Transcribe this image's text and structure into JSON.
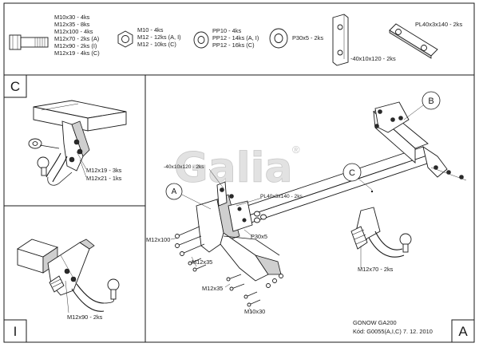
{
  "hardware": {
    "bolts": [
      "M10x30 - 4ks",
      "M12x35 - 8ks",
      "M12x100 - 4ks",
      "M12x70 - 2ks (A)",
      "M12x90 - 2ks (I)",
      "M12x19 - 4ks (C)"
    ],
    "nuts": [
      "M10 - 4ks",
      "M12 - 12ks (A, I)",
      "M12 - 10ks (C)"
    ],
    "washers": [
      "PP10 - 4ks",
      "PP12 - 14ks (A, I)",
      "PP12 - 16ks (C)"
    ],
    "spacer": "P30x5 - 2ks",
    "block": "-40x10x120 - 2ks",
    "plate": "PL40x3x140 - 2ks"
  },
  "panels": {
    "c_letter": "C",
    "c_labels": [
      "M12x19 - 3ks",
      "M12x21 - 1ks"
    ],
    "i_letter": "I",
    "i_label": "M12x90 - 2ks",
    "a_letter": "A"
  },
  "main": {
    "logo": "Galia",
    "logo_mark": "®",
    "callout_a": "A",
    "callout_b": "B",
    "callout_c": "C",
    "block_label": "-40x10x120 - 2ks",
    "plate_label": "PL40x3x140 - 2ks",
    "spacer_label": "P30x5",
    "m12x100": "M12x100",
    "m12x35_a": "M12x35",
    "m12x35_b": "M12x35",
    "m10x30": "M10x30",
    "m12x70": "M12x70 - 2ks"
  },
  "title_block": {
    "model": "GONOW GA200",
    "code": "Kód: G0055(A,I,C)  7. 12. 2010"
  }
}
